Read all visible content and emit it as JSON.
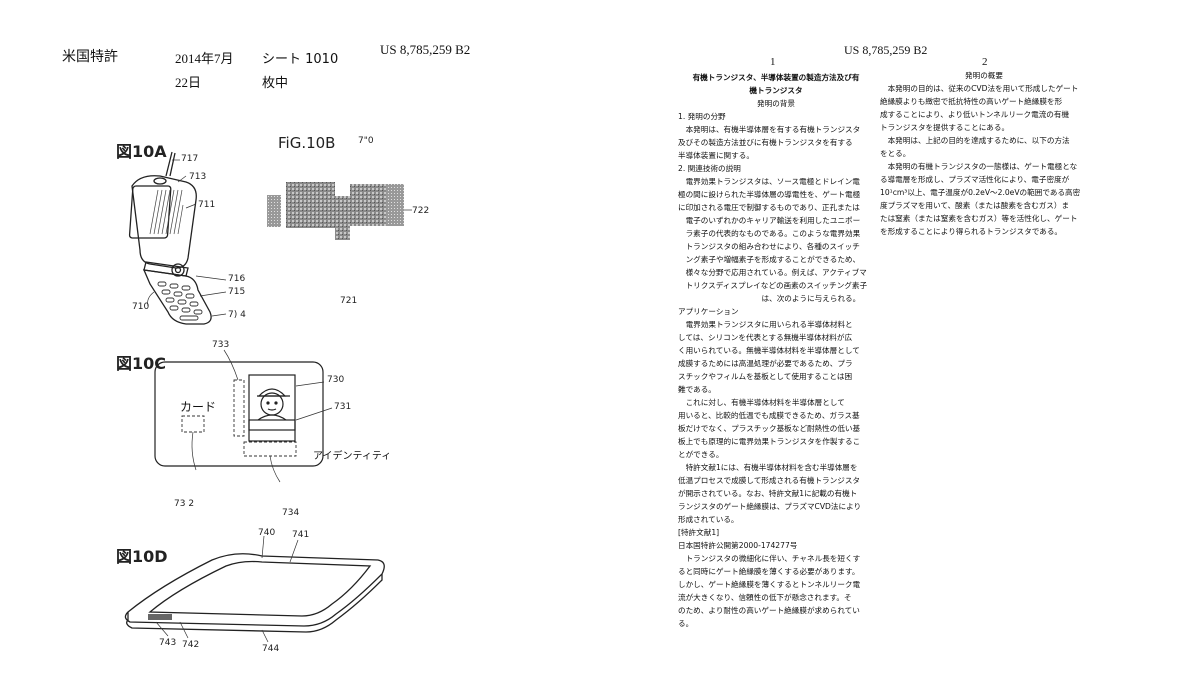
{
  "left_header": {
    "country": "米国特許",
    "date_line1": "2014年7月",
    "date_line2": "22日",
    "sheet_line1": "シート 1010",
    "sheet_line2": "枚中",
    "patent_no": "US 8,785,259 B2"
  },
  "figures": {
    "fig10a": {
      "label": "図10A",
      "refs": [
        "717",
        "713",
        "711",
        "716",
        "715",
        "710",
        "7) 4"
      ]
    },
    "fig10b": {
      "label": "FiG.10B",
      "refs": [
        "7\"0",
        "722",
        "721"
      ]
    },
    "fig10c": {
      "label": "図10C",
      "refs": [
        "733",
        "730",
        "731",
        "73 2",
        "734"
      ],
      "card_text": "カード",
      "identity_text": "アイデンティティ"
    },
    "fig10d": {
      "label": "図10D",
      "refs": [
        "740",
        "741",
        "743",
        "742",
        "744"
      ]
    }
  },
  "right_header": {
    "patent_no": "US 8,785,259 B2",
    "col1_no": "1",
    "col2_no": "2"
  },
  "col1": [
    {
      "t": "有機トランジスタ、半導体装置の製造方法及び有",
      "c": true,
      "b": true
    },
    {
      "t": "機トランジスタ",
      "c": true,
      "b": true
    },
    {
      "t": "",
      "c": false
    },
    {
      "t": "発明の背景",
      "c": true
    },
    {
      "t": "",
      "c": false
    },
    {
      "t": "1. 発明の分野",
      "c": false
    },
    {
      "t": "　本発明は、有機半導体層を有する有機トランジスタ",
      "c": false
    },
    {
      "t": "及びその製造方法並びに有機トランジスタを有する",
      "c": false
    },
    {
      "t": "半導体装置に関する。",
      "c": false
    },
    {
      "t": "2. 関連技術の説明",
      "c": false
    },
    {
      "t": "　電界効果トランジスタは、ソース電極とドレイン電",
      "c": false
    },
    {
      "t": "極の間に設けられた半導体層の導電性を、ゲート電極",
      "c": false
    },
    {
      "t": "に印加される電圧で制御するものであり、正孔または",
      "c": false
    },
    {
      "t": "　電子のいずれかのキャリア輸送を利用したユニポー",
      "c": false
    },
    {
      "t": "　ラ素子の代表的なものである。このような電界効果",
      "c": false
    },
    {
      "t": "　トランジスタの組み合わせにより、各種のスイッチ",
      "c": false
    },
    {
      "t": "　ング素子や増幅素子を形成することができるため、",
      "c": false
    },
    {
      "t": "　様々な分野で応用されている。例えば、アクティブマ",
      "c": false
    },
    {
      "t": "　トリクスディスプレイなどの画素のスイッチング素子",
      "c": false
    },
    {
      "t": "　　　　　　　　　　　は、次のように与えられる。",
      "c": false
    },
    {
      "t": "アプリケーション",
      "c": false
    },
    {
      "t": "　電界効果トランジスタに用いられる半導体材料と",
      "c": false
    },
    {
      "t": "しては、シリコンを代表とする無機半導体材料が広",
      "c": false
    },
    {
      "t": "く用いられている。無機半導体材料を半導体層として",
      "c": false
    },
    {
      "t": "成膜するためには高温処理が必要であるため、プラ",
      "c": false
    },
    {
      "t": "スチックやフィルムを基板として使用することは困",
      "c": false
    },
    {
      "t": "難である。",
      "c": false
    },
    {
      "t": "　これに対し、有機半導体材料を半導体層として",
      "c": false
    },
    {
      "t": "用いると、比較的低温でも成膜できるため、ガラス基",
      "c": false
    },
    {
      "t": "板だけでなく、プラスチック基板など耐熱性の低い基",
      "c": false
    },
    {
      "t": "板上でも原理的に電界効果トランジスタを作製するこ",
      "c": false
    },
    {
      "t": "とができる。",
      "c": false
    },
    {
      "t": "　特許文献1には、有機半導体材料を含む半導体層を",
      "c": false
    },
    {
      "t": "低温プロセスで成膜して形成される有機トランジスタ",
      "c": false
    },
    {
      "t": "が開示されている。なお、特許文献1に記載の有機ト",
      "c": false
    },
    {
      "t": "ランジスタのゲート絶縁膜は、プラズマCVD法により",
      "c": false
    },
    {
      "t": "形成されている。",
      "c": false
    },
    {
      "t": "[特許文献1]",
      "c": false
    },
    {
      "t": "日本国特許公開第2000-174277号",
      "c": false
    },
    {
      "t": "　トランジスタの微細化に伴い、チャネル長を短くす",
      "c": false
    },
    {
      "t": "ると同時にゲート絶縁膜を薄くする必要があります。",
      "c": false
    },
    {
      "t": "しかし、ゲート絶縁膜を薄くするとトンネルリーク電",
      "c": false
    },
    {
      "t": "流が大きくなり、信頼性の低下が懸念されます。そ",
      "c": false
    },
    {
      "t": "のため、より耐性の高いゲート絶縁膜が求められてい",
      "c": false
    },
    {
      "t": "る。",
      "c": false
    }
  ],
  "col2": [
    {
      "t": "発明の概要",
      "c": true
    },
    {
      "t": "",
      "c": false
    },
    {
      "t": "　本発明の目的は、従来のCVD法を用いて形成したゲート",
      "c": false
    },
    {
      "t": "絶縁膜よりも緻密で抵抗特性の高いゲート絶縁膜を形",
      "c": false
    },
    {
      "t": "成することにより、より低いトンネルリーク電流の有機",
      "c": false
    },
    {
      "t": "トランジスタを提供することにある。",
      "c": false
    },
    {
      "t": "　本発明は、上記の目的を達成するために、以下の方法",
      "c": false
    },
    {
      "t": "をとる。",
      "c": false
    },
    {
      "t": "　本発明の有機トランジスタの一態様は、ゲート電極とな",
      "c": false
    },
    {
      "t": "る導電層を形成し、プラズマ活性化により、電子密度が",
      "c": false
    },
    {
      "t": "10¹cm³以上、電子温度が0.2eV～2.0eVの範囲である高密",
      "c": false
    },
    {
      "t": "度プラズマを用いて、酸素（または酸素を含むガス）ま",
      "c": false
    },
    {
      "t": "たは窒素（または窒素を含むガス）等を活性化し、ゲート",
      "c": false
    },
    {
      "t": "を形成することにより得られるトランジスタである。",
      "c": false
    }
  ]
}
